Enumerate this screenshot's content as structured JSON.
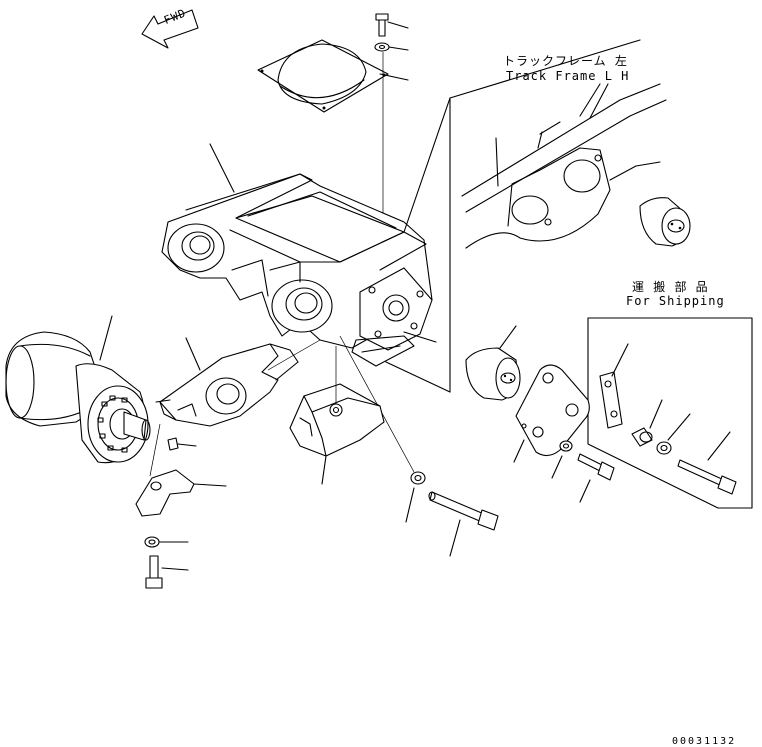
{
  "diagram": {
    "fwd_label": "FWD",
    "track_frame_jp": "トラックフレーム 左",
    "track_frame_en": "Track Frame L H",
    "shipping_jp": "運 搬 部 品",
    "shipping_en": "For Shipping",
    "drawing_number": "00031132"
  }
}
